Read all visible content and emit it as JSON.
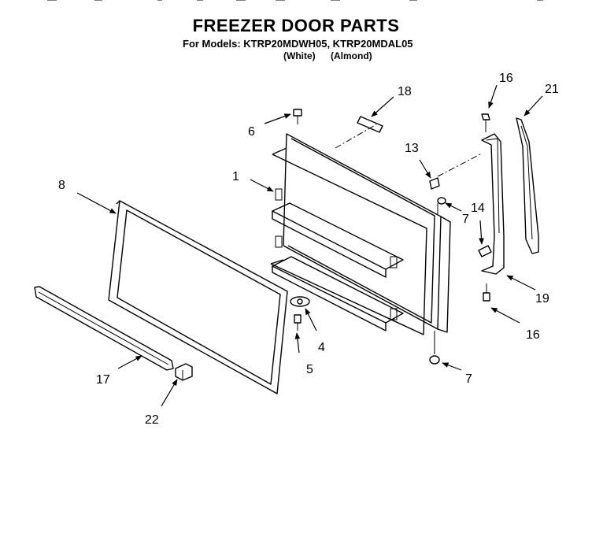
{
  "header": {
    "title": "FREEZER DOOR PARTS",
    "models_line": "For Models: KTRP20MDWH05, KTRP20MDAL05",
    "variants": [
      "(White)",
      "(Almond)"
    ]
  },
  "callouts": {
    "c1": "1",
    "c4": "4",
    "c5": "5",
    "c6": "6",
    "c7a": "7",
    "c7b": "7",
    "c8": "8",
    "c13": "13",
    "c14": "14",
    "c16a": "16",
    "c16b": "16",
    "c17": "17",
    "c18": "18",
    "c19": "19",
    "c21": "21",
    "c22": "22"
  }
}
